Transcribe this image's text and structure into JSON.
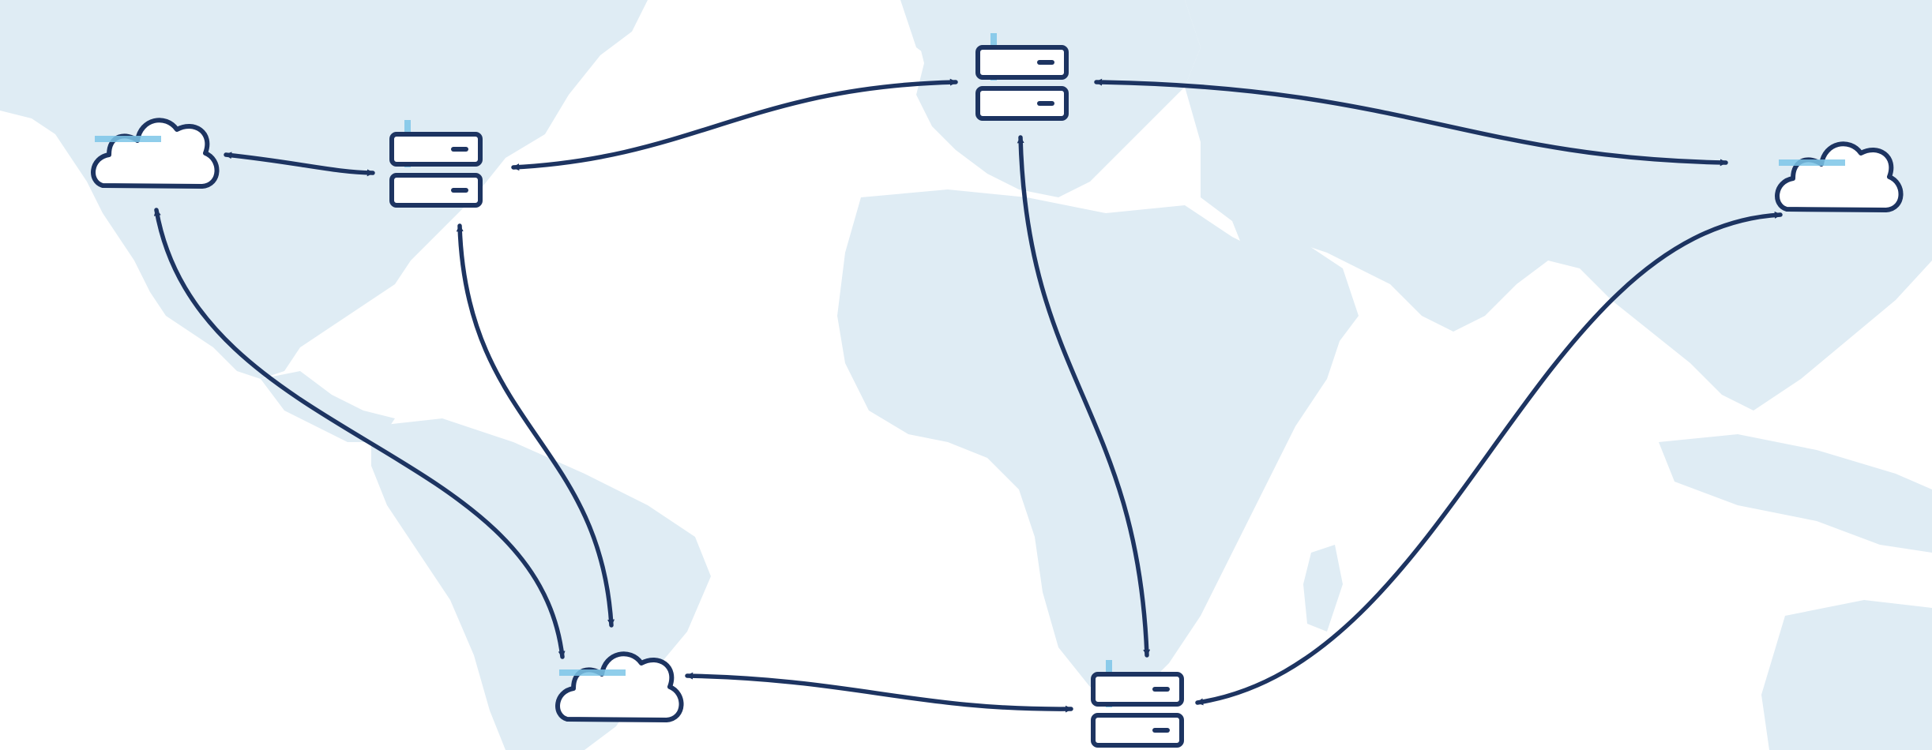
{
  "colors": {
    "background": "#ffffff",
    "land": "#dfecf4",
    "line": "#1d3461",
    "accent": "#7cc6e8"
  },
  "map": {
    "description_icon": "world-map-background"
  },
  "nodes": [
    {
      "id": "cloud-north-america-west",
      "kind": "cloud",
      "icon": "cloud-icon"
    },
    {
      "id": "server-north-america-east",
      "kind": "server",
      "icon": "server-icon"
    },
    {
      "id": "server-europe",
      "kind": "server",
      "icon": "server-icon"
    },
    {
      "id": "cloud-east-asia",
      "kind": "cloud",
      "icon": "cloud-icon"
    },
    {
      "id": "cloud-south-america",
      "kind": "cloud",
      "icon": "cloud-icon"
    },
    {
      "id": "server-south-africa",
      "kind": "server",
      "icon": "server-icon"
    }
  ],
  "links": [
    {
      "from": "cloud-north-america-west",
      "to": "server-north-america-east",
      "direction": "bidirectional"
    },
    {
      "from": "server-north-america-east",
      "to": "server-europe",
      "direction": "bidirectional"
    },
    {
      "from": "server-europe",
      "to": "cloud-east-asia",
      "direction": "bidirectional"
    },
    {
      "from": "cloud-north-america-west",
      "to": "cloud-south-america",
      "direction": "bidirectional"
    },
    {
      "from": "server-north-america-east",
      "to": "cloud-south-america",
      "direction": "bidirectional"
    },
    {
      "from": "server-europe",
      "to": "server-south-africa",
      "direction": "bidirectional"
    },
    {
      "from": "cloud-south-america",
      "to": "server-south-africa",
      "direction": "bidirectional"
    },
    {
      "from": "server-south-africa",
      "to": "cloud-east-asia",
      "direction": "bidirectional"
    }
  ]
}
